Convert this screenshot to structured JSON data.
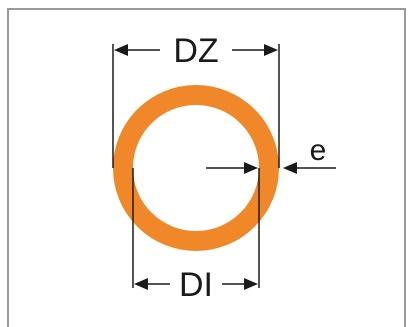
{
  "labels": {
    "outer_diameter": "DZ",
    "inner_diameter": "DI",
    "wall_thickness": "e"
  },
  "colors": {
    "ring": "#f0882a",
    "line": "#1a1a1a",
    "frame": "#9a9a9a",
    "background": "#ffffff"
  }
}
